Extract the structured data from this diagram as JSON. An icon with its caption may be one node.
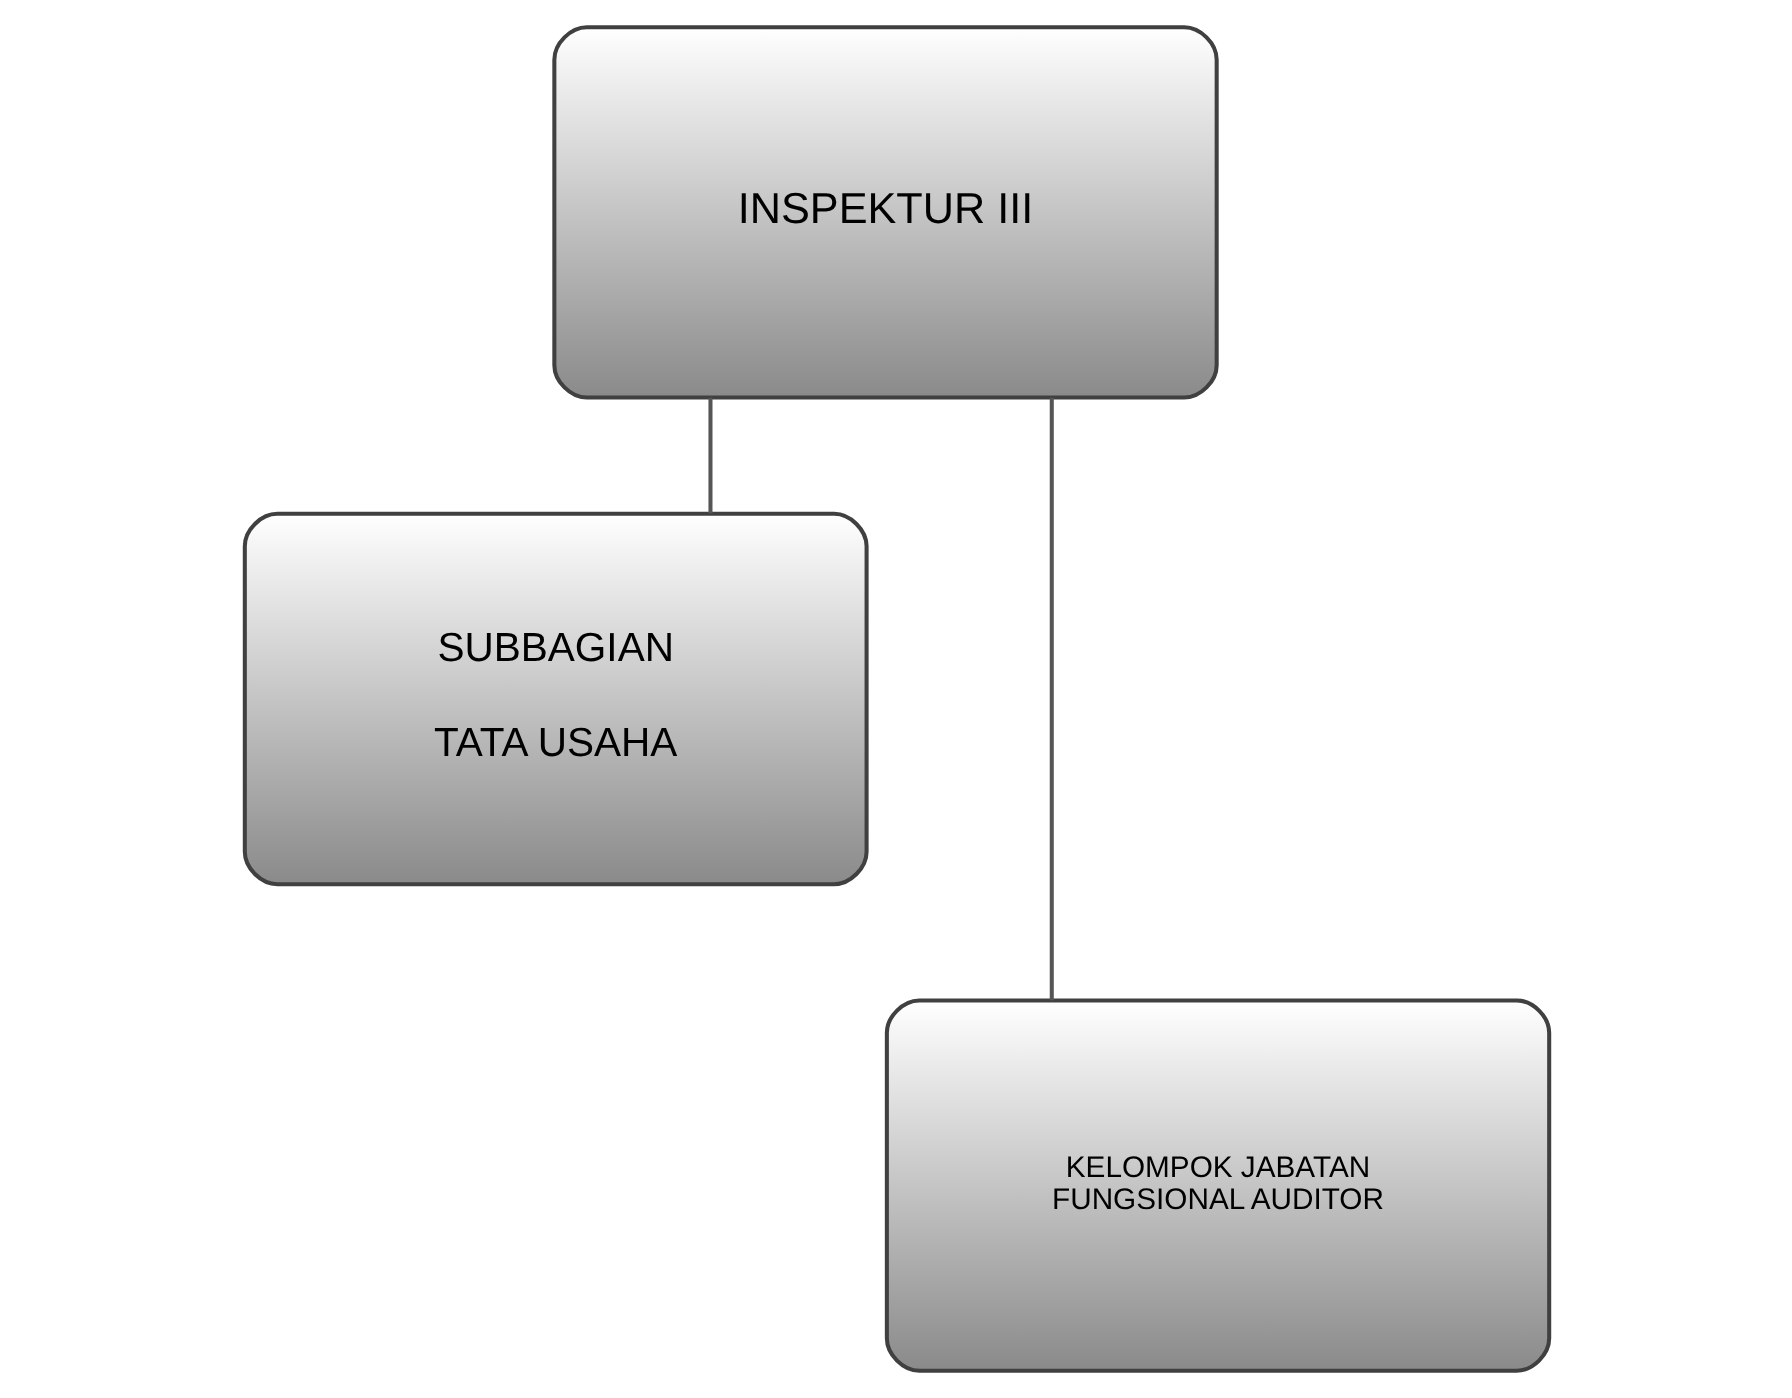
{
  "diagram": {
    "nodes": [
      {
        "text": [
          "INSPEKTUR III"
        ]
      },
      {
        "text": [
          "SUBBAGIAN",
          "TATA USAHA"
        ]
      },
      {
        "text": [
          "KELOMPOK JABATAN FUNGSIONAL AUDITOR"
        ]
      }
    ],
    "edges": [
      {
        "from": 0,
        "to": 1,
        "arrow": "none"
      },
      {
        "from": 0,
        "to": 2,
        "arrow": "none"
      }
    ]
  }
}
